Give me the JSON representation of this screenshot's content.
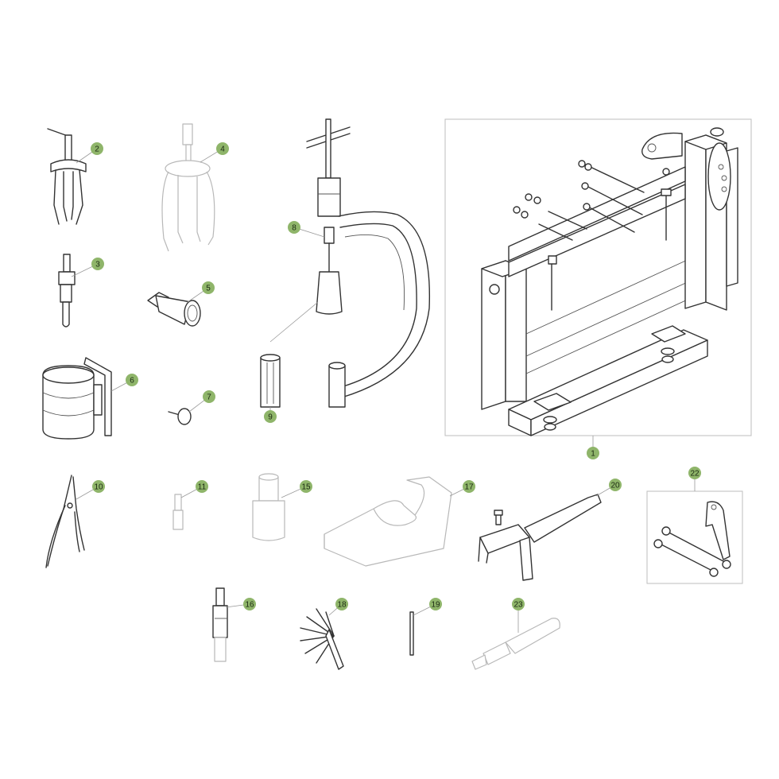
{
  "accent_color": "#8fb56a",
  "callouts": [
    {
      "label": "1"
    },
    {
      "label": "2"
    },
    {
      "label": "3"
    },
    {
      "label": "4"
    },
    {
      "label": "5"
    },
    {
      "label": "6"
    },
    {
      "label": "7"
    },
    {
      "label": "8"
    },
    {
      "label": "9"
    },
    {
      "label": "10"
    },
    {
      "label": "11"
    },
    {
      "label": "15"
    },
    {
      "label": "16"
    },
    {
      "label": "17"
    },
    {
      "label": "18"
    },
    {
      "label": "19"
    },
    {
      "label": "20"
    },
    {
      "label": "22"
    },
    {
      "label": "23"
    }
  ],
  "parts": {
    "engine_stand": {
      "icon": "engine-stand-icon"
    },
    "gear_puller_small": {
      "icon": "gear-puller-icon"
    },
    "valve_tool": {
      "icon": "valve-tool-icon"
    },
    "gear_puller_large": {
      "icon": "three-jaw-puller-icon"
    },
    "socket_adapter": {
      "icon": "socket-adapter-icon"
    },
    "piston_ring_compressor": {
      "icon": "ring-compressor-icon"
    },
    "thumb_screw": {
      "icon": "thumb-screw-icon"
    },
    "valve_spring_compressor": {
      "icon": "c-clamp-icon"
    },
    "valve_adapter": {
      "icon": "valve-adapter-icon"
    },
    "circlip_pliers": {
      "icon": "pliers-icon"
    },
    "drift_pin": {
      "icon": "drift-pin-icon"
    },
    "socket": {
      "icon": "socket-icon"
    },
    "spark_tool": {
      "icon": "spark-tool-icon"
    },
    "crank_support_plate": {
      "icon": "support-plate-icon"
    },
    "feeler_gauge": {
      "icon": "feeler-gauge-icon"
    },
    "pin_rod": {
      "icon": "pin-rod-icon"
    },
    "holding_wrench": {
      "icon": "holding-wrench-icon"
    },
    "bolt_kit": {
      "icon": "bolt-kit-icon"
    },
    "installer_tool": {
      "icon": "installer-tool-icon"
    }
  }
}
